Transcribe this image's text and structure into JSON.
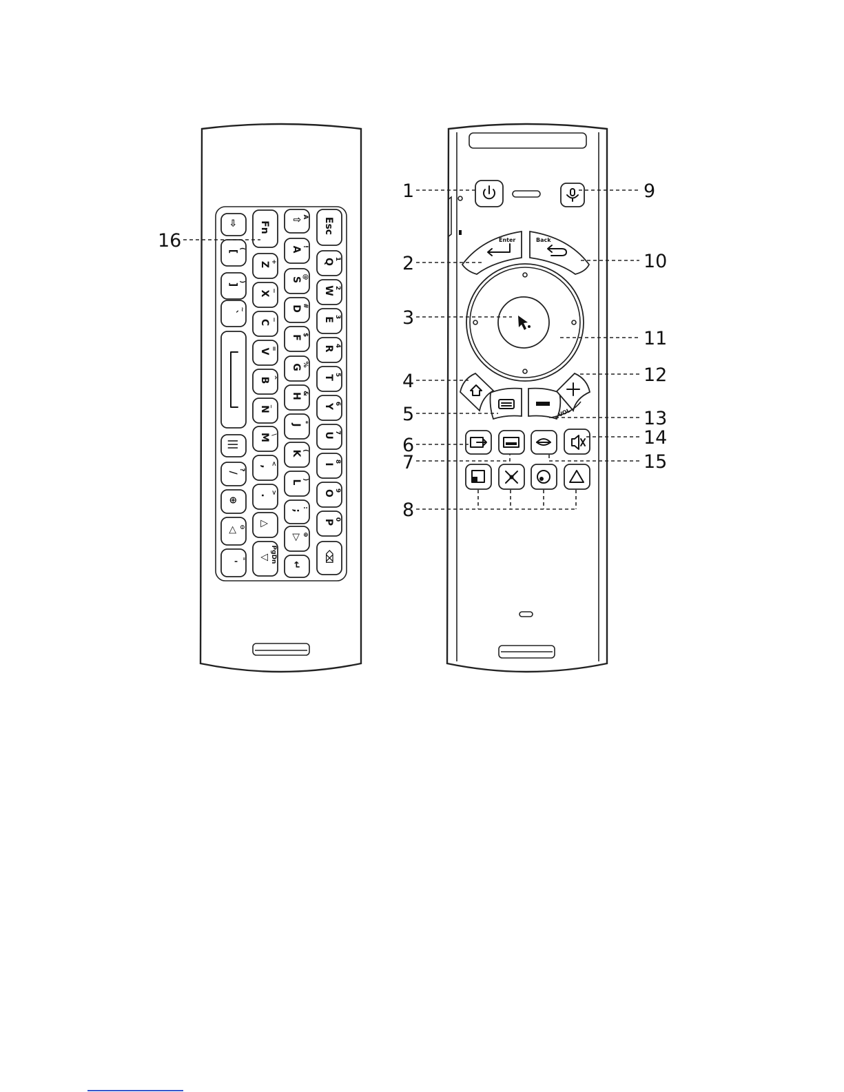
{
  "callouts": {
    "c1": "1",
    "c2": "2",
    "c3": "3",
    "c4": "4",
    "c5": "5",
    "c6": "6",
    "c7": "7",
    "c8": "8",
    "c9": "9",
    "c10": "10",
    "c11": "11",
    "c12": "12",
    "c13": "13",
    "c14": "14",
    "c15": "15",
    "c16": "16"
  },
  "buttons": {
    "enter": "Enter",
    "back": "Back",
    "vol": "VOL"
  },
  "keyboard": {
    "col1": [
      {
        "main": "⇨",
        "sub": ""
      },
      {
        "main": "[",
        "sub": "("
      },
      {
        "main": "]",
        "sub": ")"
      },
      {
        "main": "`",
        "sub": "~"
      },
      {
        "main": "",
        "sub": ""
      },
      {
        "main": "|||",
        "sub": ""
      },
      {
        "main": "/",
        "sub": "?"
      },
      {
        "main": "⊕",
        "sub": ""
      },
      {
        "main": "◁",
        "sub": "⊖"
      },
      {
        "main": "'",
        "sub": "\""
      }
    ],
    "col2": [
      {
        "main": "Fn",
        "sub": ""
      },
      {
        "main": "Z",
        "sub": "+"
      },
      {
        "main": "X",
        "sub": "−"
      },
      {
        "main": "C",
        "sub": "−"
      },
      {
        "main": "V",
        "sub": "="
      },
      {
        "main": "B",
        "sub": "^"
      },
      {
        "main": "N",
        "sub": "_"
      },
      {
        "main": "M",
        "sub": "\\"
      },
      {
        "main": ",",
        "sub": "<"
      },
      {
        "main": ".",
        "sub": ">"
      },
      {
        "main": "△",
        "sub": ""
      },
      {
        "main": "▽",
        "sub": "PgDn"
      }
    ],
    "col3": [
      {
        "main": "⇧",
        "sub": "A"
      },
      {
        "main": "A",
        "sub": "!"
      },
      {
        "main": "S",
        "sub": "@"
      },
      {
        "main": "D",
        "sub": "#"
      },
      {
        "main": "F",
        "sub": "$"
      },
      {
        "main": "G",
        "sub": "%"
      },
      {
        "main": "H",
        "sub": "&"
      },
      {
        "main": "J",
        "sub": "*"
      },
      {
        "main": "K",
        "sub": "("
      },
      {
        "main": "L",
        "sub": ")"
      },
      {
        "main": ";",
        "sub": ":"
      },
      {
        "main": "▷",
        "sub": "⊕"
      },
      {
        "main": "↵",
        "sub": ""
      }
    ],
    "col4": [
      {
        "main": "Esc",
        "sub": ""
      },
      {
        "main": "Q",
        "sub": "1"
      },
      {
        "main": "W",
        "sub": "2"
      },
      {
        "main": "E",
        "sub": "3"
      },
      {
        "main": "R",
        "sub": "4"
      },
      {
        "main": "T",
        "sub": "5"
      },
      {
        "main": "Y",
        "sub": "6"
      },
      {
        "main": "U",
        "sub": "7"
      },
      {
        "main": "I",
        "sub": "8"
      },
      {
        "main": "O",
        "sub": "9"
      },
      {
        "main": "P",
        "sub": "0"
      },
      {
        "main": "⌫",
        "sub": ""
      }
    ]
  }
}
